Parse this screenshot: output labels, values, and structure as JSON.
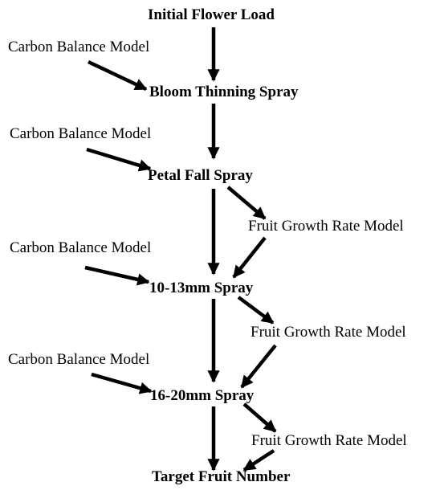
{
  "stages": {
    "initial": "Initial Flower Load",
    "bloom": "Bloom Thinning Spray",
    "petal": "Petal Fall Spray",
    "spray10": "10-13mm Spray",
    "spray16": "16-20mm Spray",
    "target": "Target Fruit Number"
  },
  "models": {
    "carbon": [
      "Carbon Balance Model",
      "Carbon Balance Model",
      "Carbon Balance Model",
      "Carbon Balance Model"
    ],
    "fruit_growth": [
      "Fruit Growth Rate Model",
      "Fruit Growth Rate Model",
      "Fruit Growth Rate Model"
    ]
  },
  "colors": {
    "text": "#000000",
    "arrow": "#000000",
    "background": "#ffffff"
  }
}
